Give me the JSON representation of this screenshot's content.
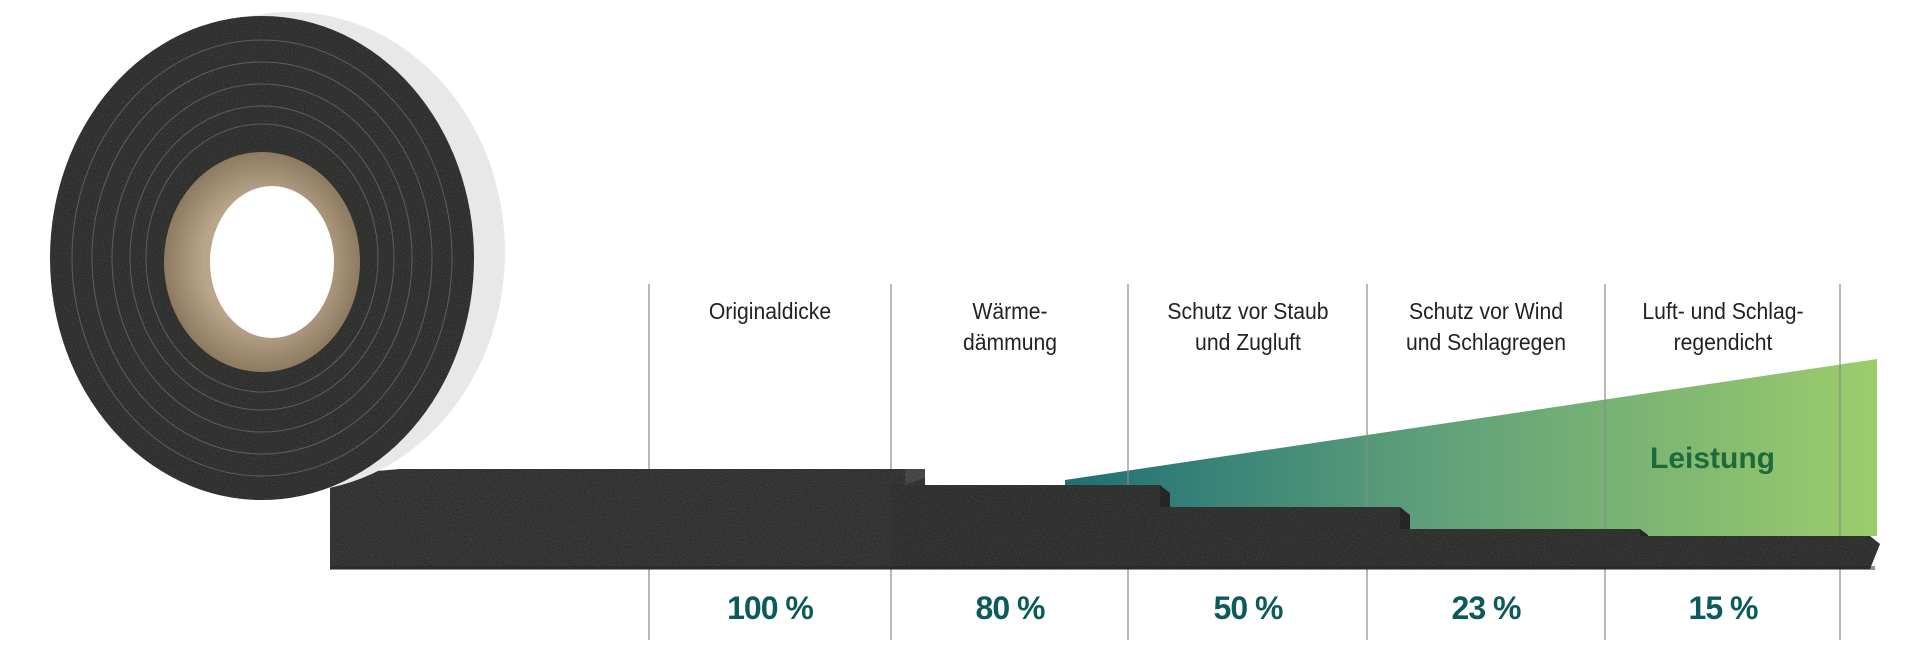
{
  "stages": [
    {
      "label_line1": "Originaldicke",
      "label_line2": "",
      "compression": "100 %",
      "thickness_percent": 100
    },
    {
      "label_line1": "Wärme-",
      "label_line2": "dämmung",
      "compression": "80 %",
      "thickness_percent": 80
    },
    {
      "label_line1": "Schutz vor Staub",
      "label_line2": "und Zugluft",
      "compression": "50 %",
      "thickness_percent": 50
    },
    {
      "label_line1": "Schutz vor Wind",
      "label_line2": "und Schlagregen",
      "compression": "23 %",
      "thickness_percent": 23
    },
    {
      "label_line1": "Luft- und Schlag-",
      "label_line2": "regendicht",
      "compression": "15 %",
      "thickness_percent": 15
    }
  ],
  "performance_label": "Leistung",
  "colors": {
    "accent_dark": "#0d5a5a",
    "performance_green": "#8cc265",
    "performance_teal": "#1f7a7a",
    "foam": "#3d3f3d"
  }
}
